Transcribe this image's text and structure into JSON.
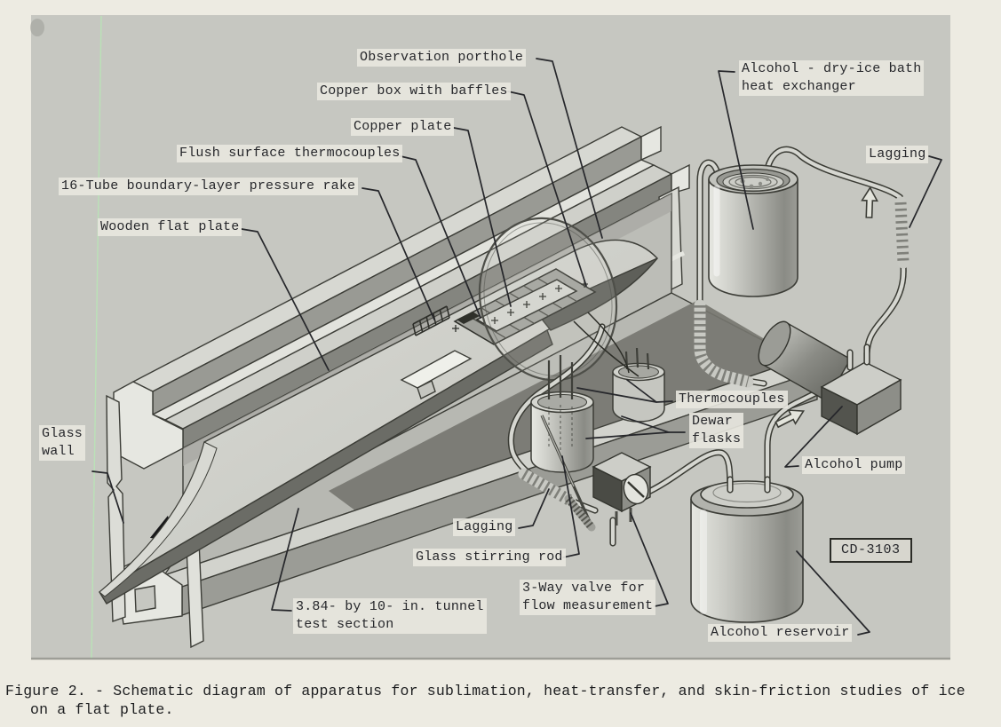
{
  "caption": {
    "line1": "Figure 2. - Schematic diagram of apparatus for sublimation, heat-transfer, and skin-friction studies of ice",
    "line2": "on a flat plate."
  },
  "stamp": "CD-3103",
  "labels": [
    {
      "id": "observation-porthole",
      "text": "Observation porthole"
    },
    {
      "id": "copper-box",
      "text": "Copper box with baffles"
    },
    {
      "id": "copper-plate",
      "text": "Copper plate"
    },
    {
      "id": "flush-thermocouples",
      "text": "Flush surface thermocouples"
    },
    {
      "id": "pressure-rake",
      "text": "16-Tube boundary-layer pressure rake"
    },
    {
      "id": "wooden-flat-plate",
      "text": "Wooden flat plate"
    },
    {
      "id": "glass-wall",
      "text": "Glass\nwall"
    },
    {
      "id": "heat-exchanger",
      "text": "Alcohol - dry-ice bath\nheat exchanger"
    },
    {
      "id": "lagging-top",
      "text": "Lagging"
    },
    {
      "id": "thermocouples",
      "text": "Thermocouples"
    },
    {
      "id": "dewar-flasks",
      "text": "Dewar\nflasks"
    },
    {
      "id": "alcohol-pump",
      "text": "Alcohol pump"
    },
    {
      "id": "lagging-bottom",
      "text": "Lagging"
    },
    {
      "id": "stirring-rod",
      "text": "Glass stirring rod"
    },
    {
      "id": "three-way-valve",
      "text": "3-Way valve for\nflow measurement"
    },
    {
      "id": "tunnel-test-section",
      "text": "3.84- by 10- in. tunnel\ntest section"
    },
    {
      "id": "alcohol-reservoir",
      "text": "Alcohol reservoir"
    }
  ],
  "colors": {
    "photo_bg": "#c6c7c1",
    "paper_bg": "#edebe2",
    "ink": "#26272b"
  }
}
